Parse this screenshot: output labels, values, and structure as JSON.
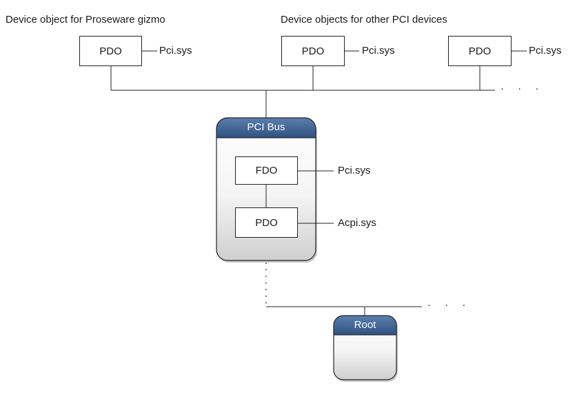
{
  "captions": {
    "left": "Device object for Proseware gizmo",
    "right": "Device objects for other PCI devices"
  },
  "top_pdos": [
    {
      "box": "PDO",
      "driver": "Pci.sys"
    },
    {
      "box": "PDO",
      "driver": "Pci.sys"
    },
    {
      "box": "PDO",
      "driver": "Pci.sys"
    }
  ],
  "bus_node": {
    "title": "PCI Bus",
    "fdo": {
      "box": "FDO",
      "driver": "Pci.sys"
    },
    "pdo": {
      "box": "PDO",
      "driver": "Acpi.sys"
    }
  },
  "root_node": {
    "title": "Root"
  },
  "continuation": "· · ·",
  "colors": {
    "node_header": "#3a5f8f",
    "node_body_top": "#ffffff",
    "node_body_bottom": "#d4d4d4",
    "line": "#222222"
  }
}
